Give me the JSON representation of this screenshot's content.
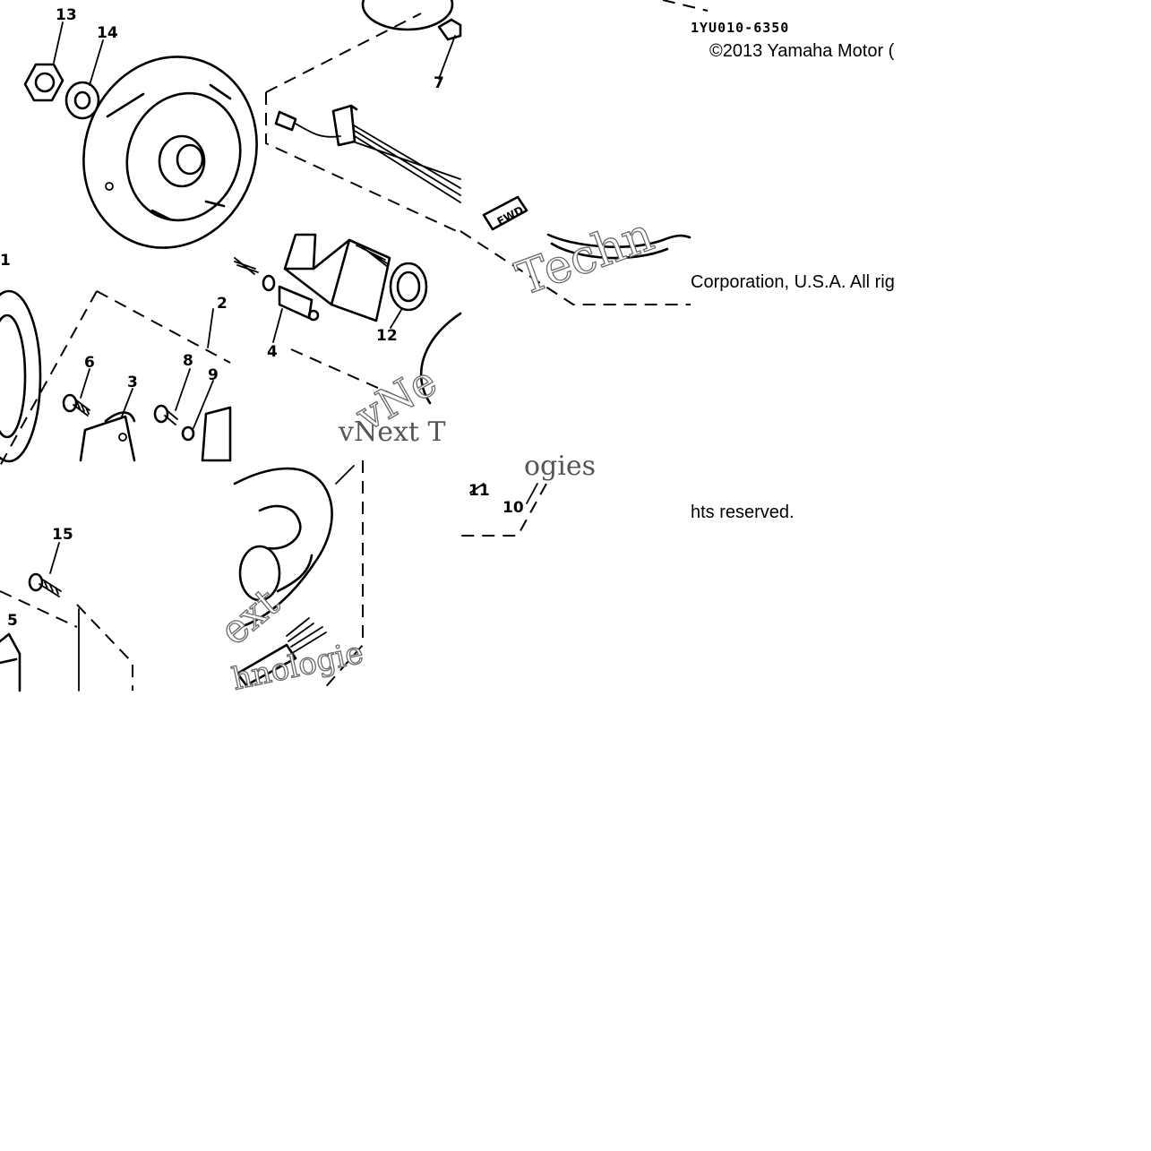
{
  "diagram": {
    "part_code": "1YU010-6350",
    "callouts": [
      "1",
      "2",
      "3",
      "4",
      "5",
      "6",
      "7",
      "8",
      "9",
      "10",
      "11",
      "12",
      "13",
      "14",
      "15"
    ],
    "fwd_label": "FWD"
  },
  "copyright": {
    "line1": "©2013 Yamaha Motor (",
    "line2": "Corporation, U.S.A. All rig",
    "line3": "hts reserved."
  },
  "watermark": {
    "a": "Techn",
    "b": "vNext T",
    "c": "vNe",
    "d": "ogies",
    "e": "ext",
    "f": "hnologie"
  }
}
